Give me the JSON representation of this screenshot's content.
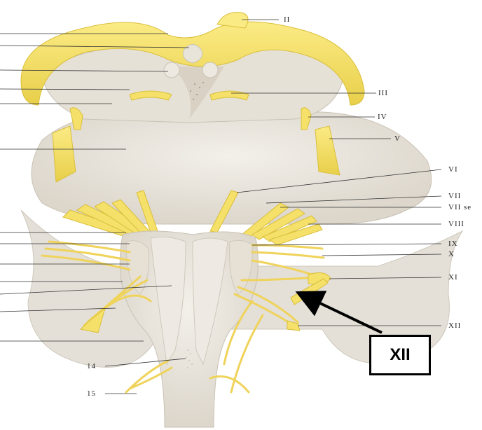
{
  "labels": {
    "top": "II",
    "right": [
      "III",
      "IV",
      "V",
      "VI",
      "VII",
      "VII se",
      "VIII",
      "IX",
      "X",
      "XI",
      "XII"
    ],
    "bottom_left": [
      "14",
      "15"
    ]
  },
  "callout": {
    "text": "XII"
  },
  "colors": {
    "nerve": "#f5e06a",
    "nerve_edge": "#d9bf3a",
    "tissue": "#ece8e0",
    "tissue_shadow": "#d6d0c4",
    "leader_line": "#333333",
    "arrow": "#000000"
  }
}
